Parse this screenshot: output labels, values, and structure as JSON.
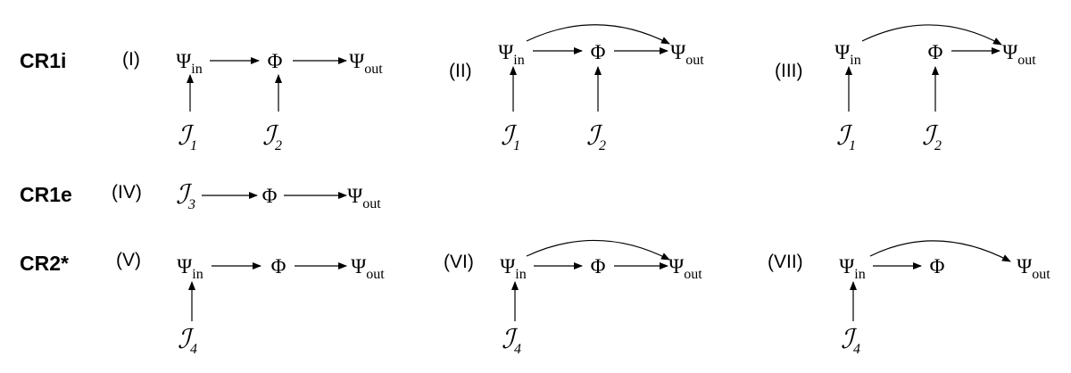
{
  "symbols": {
    "psi": "Ψ",
    "phi": "Φ",
    "script_i": "ℐ",
    "sub_in": "in",
    "sub_out": "out"
  },
  "rows": [
    {
      "label": "CR1i"
    },
    {
      "label": "CR1e"
    },
    {
      "label": "CR2*"
    }
  ],
  "diagrams": [
    {
      "label": "(I)",
      "sources": [
        "1",
        "2"
      ]
    },
    {
      "label": "(II)",
      "sources": [
        "1",
        "2"
      ]
    },
    {
      "label": "(III)",
      "sources": [
        "1",
        "2"
      ]
    },
    {
      "label": "(IV)",
      "sources": [
        "3"
      ]
    },
    {
      "label": "(V)",
      "sources": [
        "4"
      ]
    },
    {
      "label": "(VI)",
      "sources": [
        "4"
      ]
    },
    {
      "label": "(VII)",
      "sources": [
        "4"
      ]
    }
  ]
}
